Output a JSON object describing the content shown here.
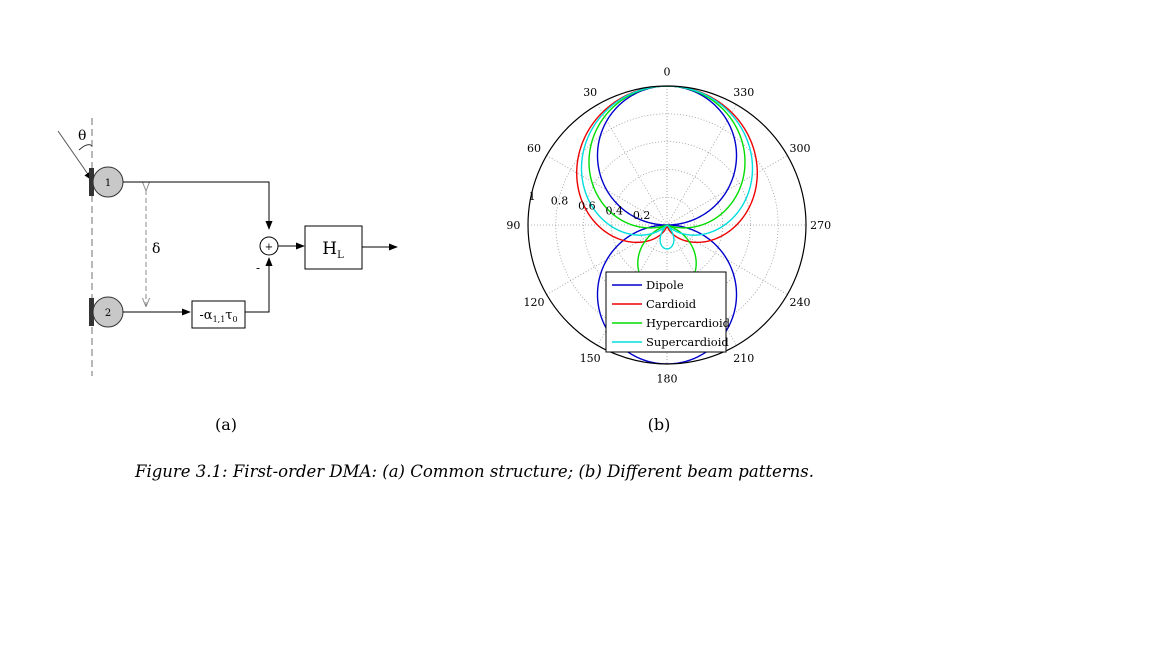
{
  "diagram": {
    "angle_symbol": "θ",
    "spacing_symbol": "δ",
    "mic1_label": "1",
    "mic2_label": "2",
    "sum_symbol": "+",
    "minus_sign": "-",
    "delay_prefix": "-α",
    "delay_sub": "1,1",
    "delay_tau": "τ",
    "delay_tau_sub": "0",
    "filter_main": "H",
    "filter_sub": "L",
    "sublabel": "(a)"
  },
  "chart_data": {
    "type": "polar",
    "angle_labels": [
      "0",
      "30",
      "60",
      "90",
      "120",
      "150",
      "180",
      "210",
      "240",
      "270",
      "300",
      "330"
    ],
    "radius_labels": [
      "0.2",
      "0.4",
      "0.6",
      "0.8",
      "1"
    ],
    "rlim": [
      0,
      1
    ],
    "grid": true,
    "legend_position": "bottom-center",
    "series": [
      {
        "name": "Dipole",
        "color": "#0000cc",
        "alpha": 0.0
      },
      {
        "name": "Cardioid",
        "color": "#ee0000",
        "alpha": 0.5
      },
      {
        "name": "Hypercardioid",
        "color": "#00dd00",
        "alpha": 0.25
      },
      {
        "name": "Supercardioid",
        "color": "#00dddd",
        "alpha": 0.414
      }
    ],
    "sublabel": "(b)"
  },
  "caption": "Figure 3.1: First-order DMA: (a) Common structure; (b) Different beam patterns."
}
